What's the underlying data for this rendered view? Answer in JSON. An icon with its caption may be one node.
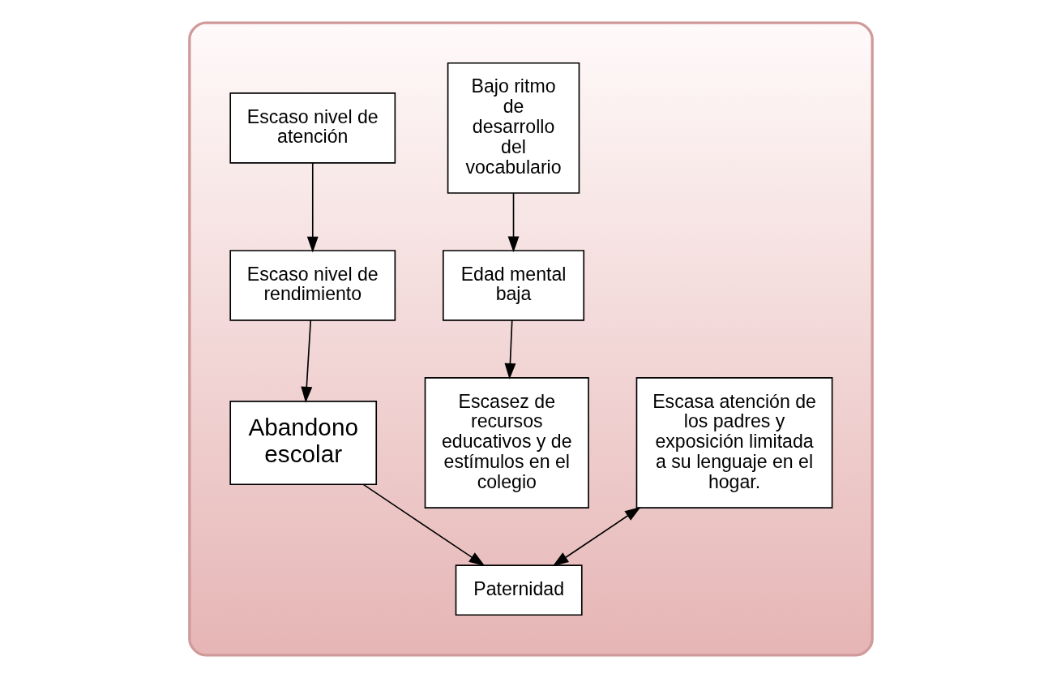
{
  "diagram": {
    "nodes": [
      {
        "text": [],
        "shape": "box"
      },
      {
        "text": [
          "Escasa atención de los padres y exposición limitada a su lenguaje en el hogar."
        ],
        "in": 0
      },
      {
        "text": [
          "Bajo ritmo de desarrollo del vocabulario"
        ],
        "in": 0
      },
      {
        "text": [
          "Escasez de recursos educativos y de estímulos en el colegio"
        ],
        "in": 0
      },
      {
        "text": [
          "Escaso nivel de atención"
        ],
        "in": 0
      },
      {
        "text": [
          "Escaso nivel de rendimiento"
        ],
        "in": 0
      },
      {
        "text": [
          "Edad mental baja"
        ],
        "in": 0
      },
      {
        "text": [
          "Abandono escolar"
        ],
        "in": 0
      },
      {
        "text": [
          "Paternidad"
        ],
        "in": 0
      }
    ],
    "edges": [
      {
        "from": 2,
        "to": 6,
        "arrow": "to"
      },
      {
        "from": 6,
        "to": 3,
        "arrow": "to"
      },
      {
        "from": 4,
        "to": 5,
        "arrow": "to"
      },
      {
        "from": 5,
        "to": 7,
        "arrow": "to"
      },
      {
        "from": 7,
        "to": 8,
        "arrow": "to"
      },
      {
        "from": 1,
        "to": 8,
        "arrow": "both"
      }
    ]
  }
}
